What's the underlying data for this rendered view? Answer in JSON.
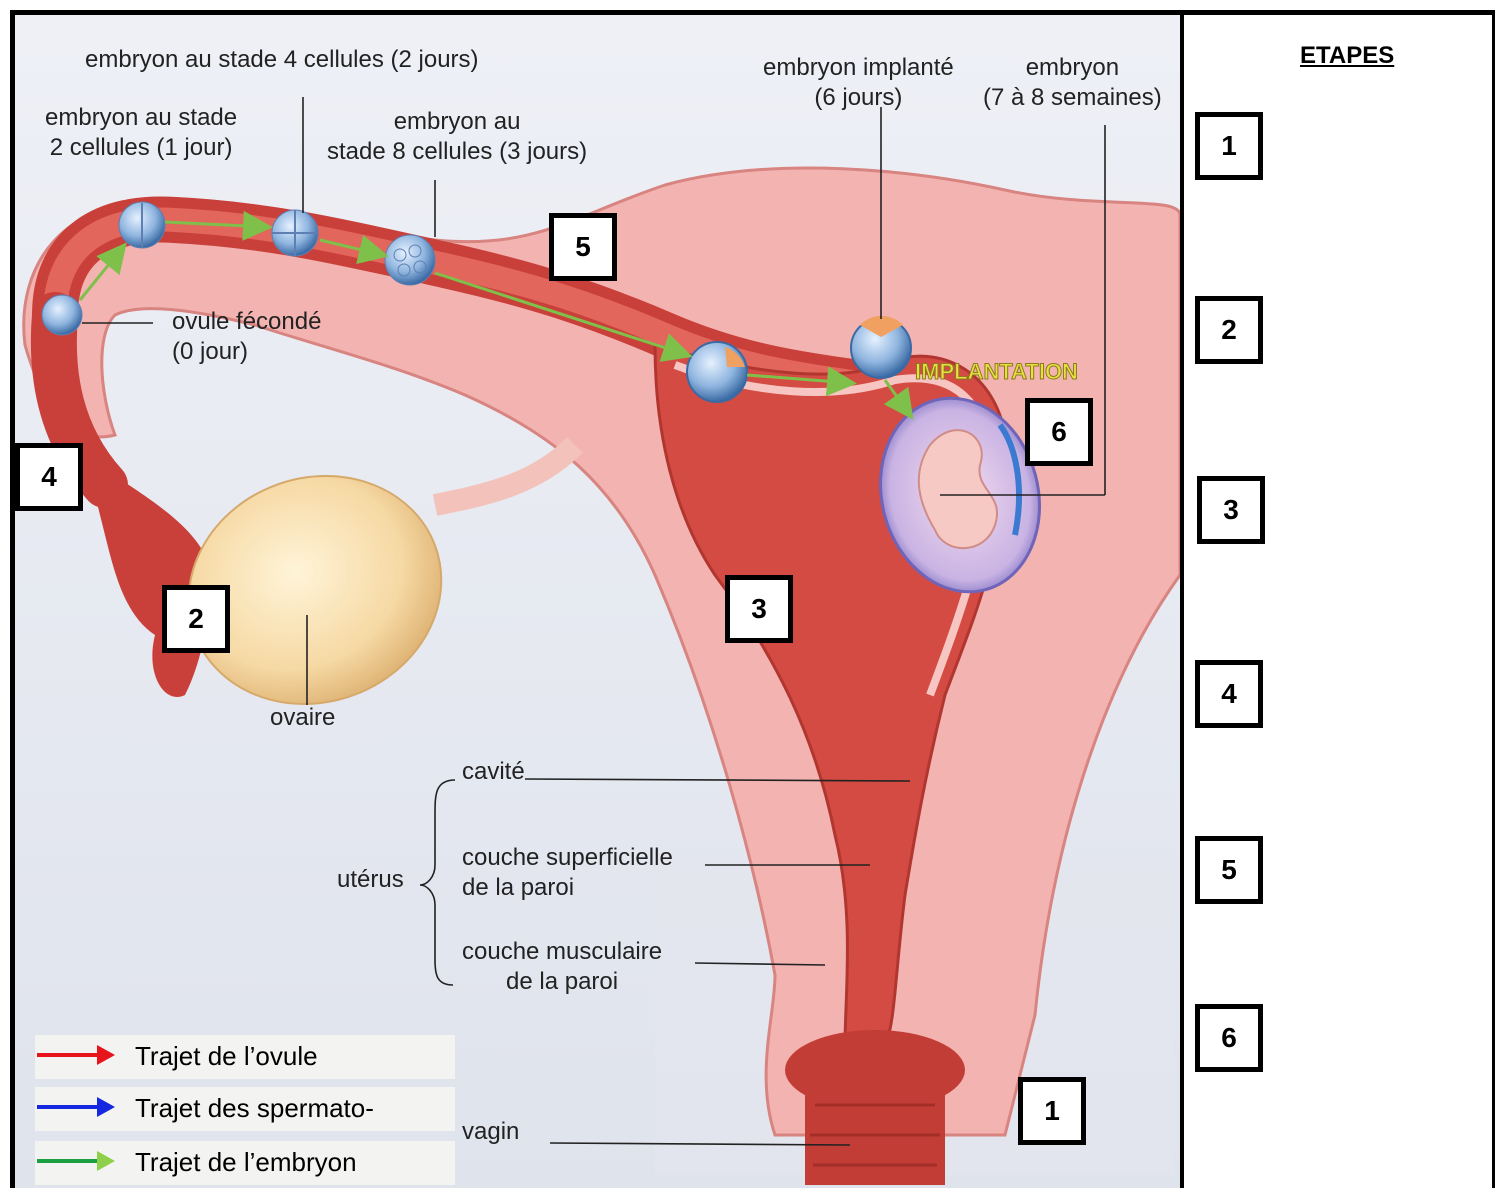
{
  "labels": {
    "embryon_4": "embryon au stade 4 cellules (2 jours)",
    "embryon_2_line1": "embryon au stade",
    "embryon_2_line2": "2 cellules (1 jour)",
    "embryon_8_line1": "embryon au",
    "embryon_8_line2": "stade 8 cellules (3 jours)",
    "implante_line1": "embryon implanté",
    "implante_line2": "(6 jours)",
    "embryon_line1": "embryon",
    "embryon_line2": "(7 à 8 semaines)",
    "ovule_line1": "ovule fécondé",
    "ovule_line2": "(0 jour)",
    "implantation": "IMPLANTATION",
    "ovaire": "ovaire",
    "cavite": "cavité",
    "couche_sup_line1": "couche superficielle",
    "couche_sup_line2": "de la paroi",
    "uterus": "utérus",
    "couche_musc_line1": "couche musculaire",
    "couche_musc_line2": "de la paroi",
    "vagin": "vagin"
  },
  "diagram_boxes": {
    "b1": "1",
    "b2": "2",
    "b3": "3",
    "b4": "4",
    "b5": "5",
    "b6": "6"
  },
  "legend": [
    {
      "text": "Trajet de l’ovule",
      "color": "#e8141c"
    },
    {
      "text": "Trajet des spermato-",
      "color": "#1428e0"
    },
    {
      "text": "Trajet de l’embryon",
      "color": "#1aa040"
    }
  ],
  "etapes": {
    "title": "ETAPES",
    "steps": [
      "1",
      "2",
      "3",
      "4",
      "5",
      "6"
    ]
  }
}
